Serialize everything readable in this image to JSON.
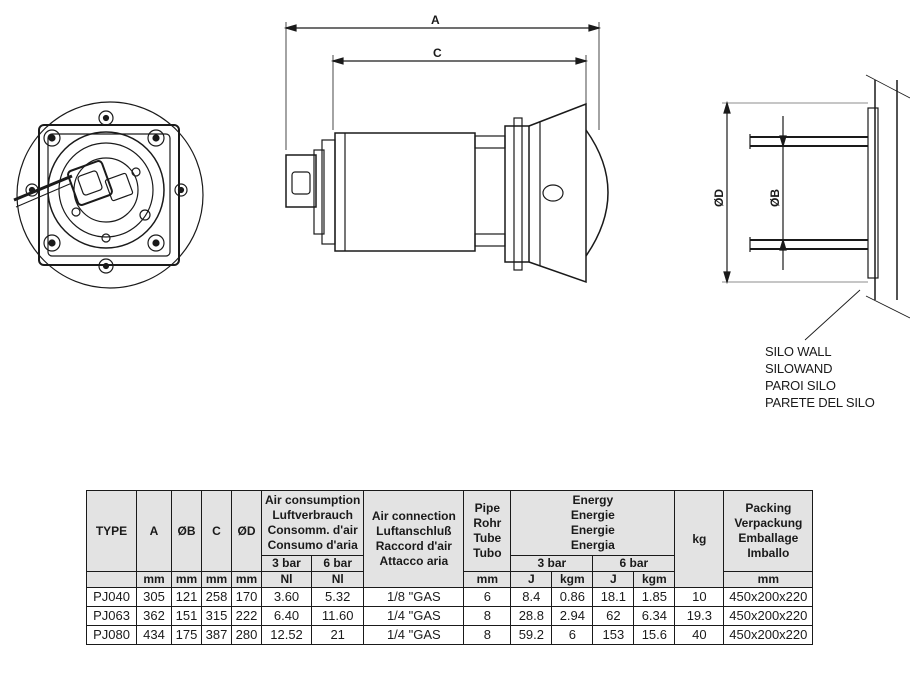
{
  "drawing": {
    "dim_a": "A",
    "dim_c": "C",
    "dim_d": "ØD",
    "dim_b": "ØB",
    "silo_labels": [
      "SILO WALL",
      "SILOWAND",
      "PAROI SILO",
      "PARETE DEL SILO"
    ]
  },
  "table": {
    "headers": {
      "type": "TYPE",
      "a": "A",
      "b": "ØB",
      "c": "C",
      "d": "ØD",
      "air_consumption": [
        "Air consumption",
        "Luftverbrauch",
        "Consomm. d'air",
        "Consumo d'aria"
      ],
      "bar3": "3 bar",
      "bar6": "6 bar",
      "air_connection": [
        "Air connection",
        "Luftanschluß",
        "Raccord d'air",
        "Attacco aria"
      ],
      "pipe": [
        "Pipe",
        "Rohr",
        "Tube",
        "Tubo"
      ],
      "energy": [
        "Energy",
        "Energie",
        "Energie",
        "Energia"
      ],
      "kg": "kg",
      "packing": [
        "Packing",
        "Verpackung",
        "Emballage",
        "Imballo"
      ]
    },
    "units": [
      "mm",
      "mm",
      "mm",
      "mm",
      "Nl",
      "Nl",
      "",
      "mm",
      "J",
      "kgm",
      "J",
      "kgm",
      "",
      "mm"
    ],
    "rows": [
      [
        "PJ040",
        "305",
        "121",
        "258",
        "170",
        "3.60",
        "5.32",
        "1/8 \"GAS",
        "6",
        "8.4",
        "0.86",
        "18.1",
        "1.85",
        "10",
        "450x200x220"
      ],
      [
        "PJ063",
        "362",
        "151",
        "315",
        "222",
        "6.40",
        "11.60",
        "1/4 \"GAS",
        "8",
        "28.8",
        "2.94",
        "62",
        "6.34",
        "19.3",
        "450x200x220"
      ],
      [
        "PJ080",
        "434",
        "175",
        "387",
        "280",
        "12.52",
        "21",
        "1/4 \"GAS",
        "8",
        "59.2",
        "6",
        "153",
        "15.6",
        "40",
        "450x200x220"
      ]
    ]
  }
}
